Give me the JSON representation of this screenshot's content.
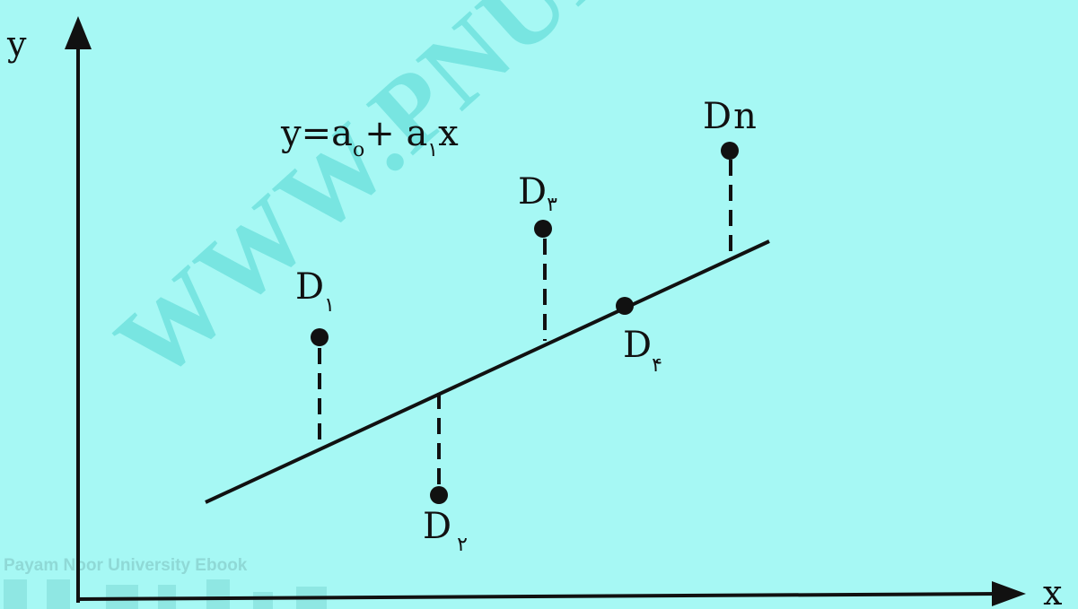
{
  "watermark": {
    "text": "WWW.PNUE",
    "footer": "Payam Noor University Ebook"
  },
  "axes": {
    "x_label": "x",
    "y_label": "y"
  },
  "equation": {
    "y_part": "y=a",
    "sub0": "o",
    "plus_part": "+ a",
    "sub1": "۱",
    "x_part": "x"
  },
  "points": [
    {
      "id": "D1",
      "base": "D",
      "sub": "۱"
    },
    {
      "id": "D2",
      "base": "D",
      "sub": "۲"
    },
    {
      "id": "D3",
      "base": "D",
      "sub": "۳"
    },
    {
      "id": "D4",
      "base": "D",
      "sub": "۴"
    },
    {
      "id": "Dn",
      "base": "D",
      "sub": "n"
    }
  ],
  "colors": {
    "background": "#a6f8f4",
    "ink": "#111111",
    "watermark": "#74e4e0"
  }
}
